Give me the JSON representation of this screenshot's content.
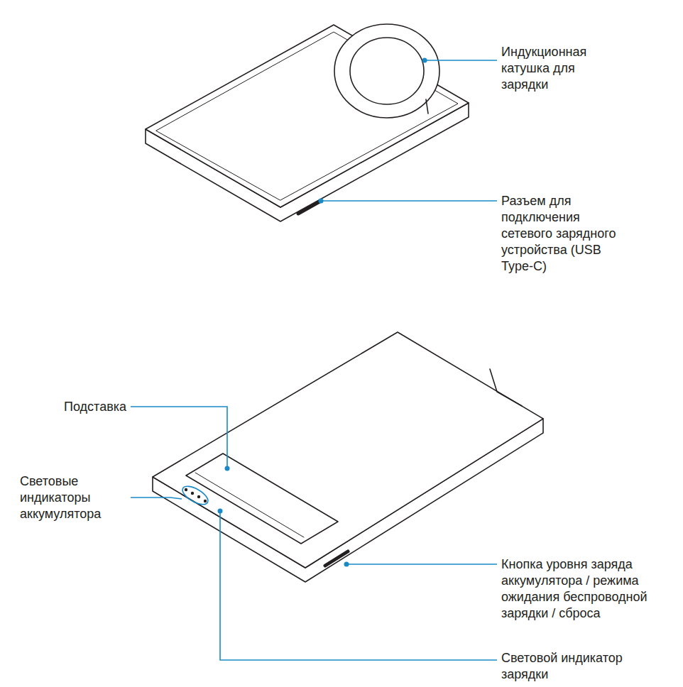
{
  "diagram": {
    "labels": [
      "Индукционная катушка для зарядки",
      "Разъем для подключения сетевого зарядного устройства (USB Type-C)",
      "Подставка",
      "Световые индикаторы аккумулятора",
      "Кнопка уровня заряда аккумулятора / режима ожидания беспроводной зарядки / сброса",
      "Световой индикатор зарядки"
    ]
  }
}
